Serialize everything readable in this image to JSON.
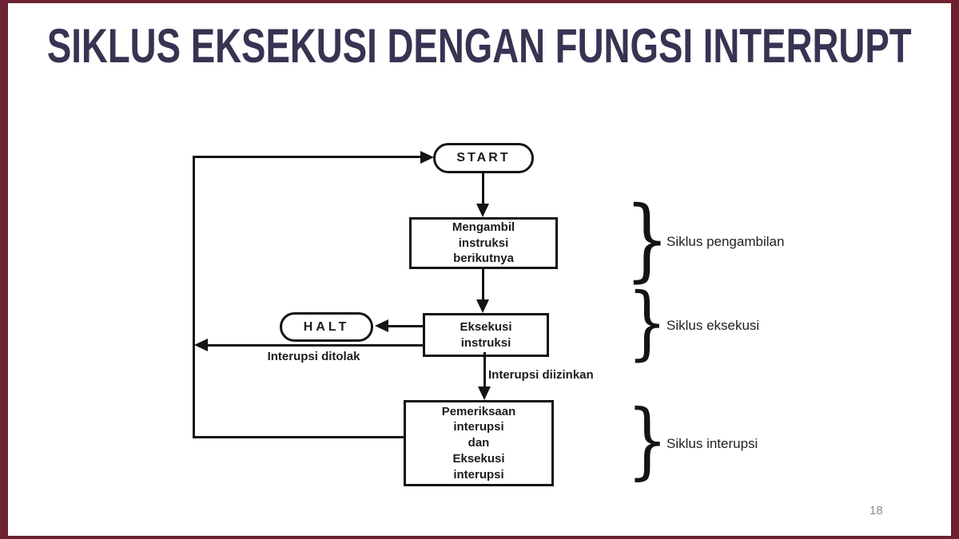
{
  "slide": {
    "title": "SIKLUS EKSEKUSI DENGAN FUNGSI INTERRUPT",
    "page_number": "18",
    "colors": {
      "accent_bar": "#6e2130",
      "title_text": "#3a3252",
      "diagram_ink": "#141414",
      "page_number_text": "#8e8e8e"
    }
  },
  "flowchart": {
    "start_label": "START",
    "halt_label": "HALT",
    "boxes": {
      "fetch": "Mengambil\ninstruksi\nberikutnya",
      "execute": "Eksekusi\ninstruksi",
      "interrupt": "Pemeriksaan\ninterupsi\ndan\nEksekusi\ninterupsi"
    },
    "edge_labels": {
      "reject": "Interupsi ditolak",
      "allow": "Interupsi diizinkan"
    },
    "brace_glyph": "}",
    "braces": [
      {
        "label": "Siklus pengambilan"
      },
      {
        "label": "Siklus eksekusi"
      },
      {
        "label": "Siklus interupsi"
      }
    ]
  }
}
